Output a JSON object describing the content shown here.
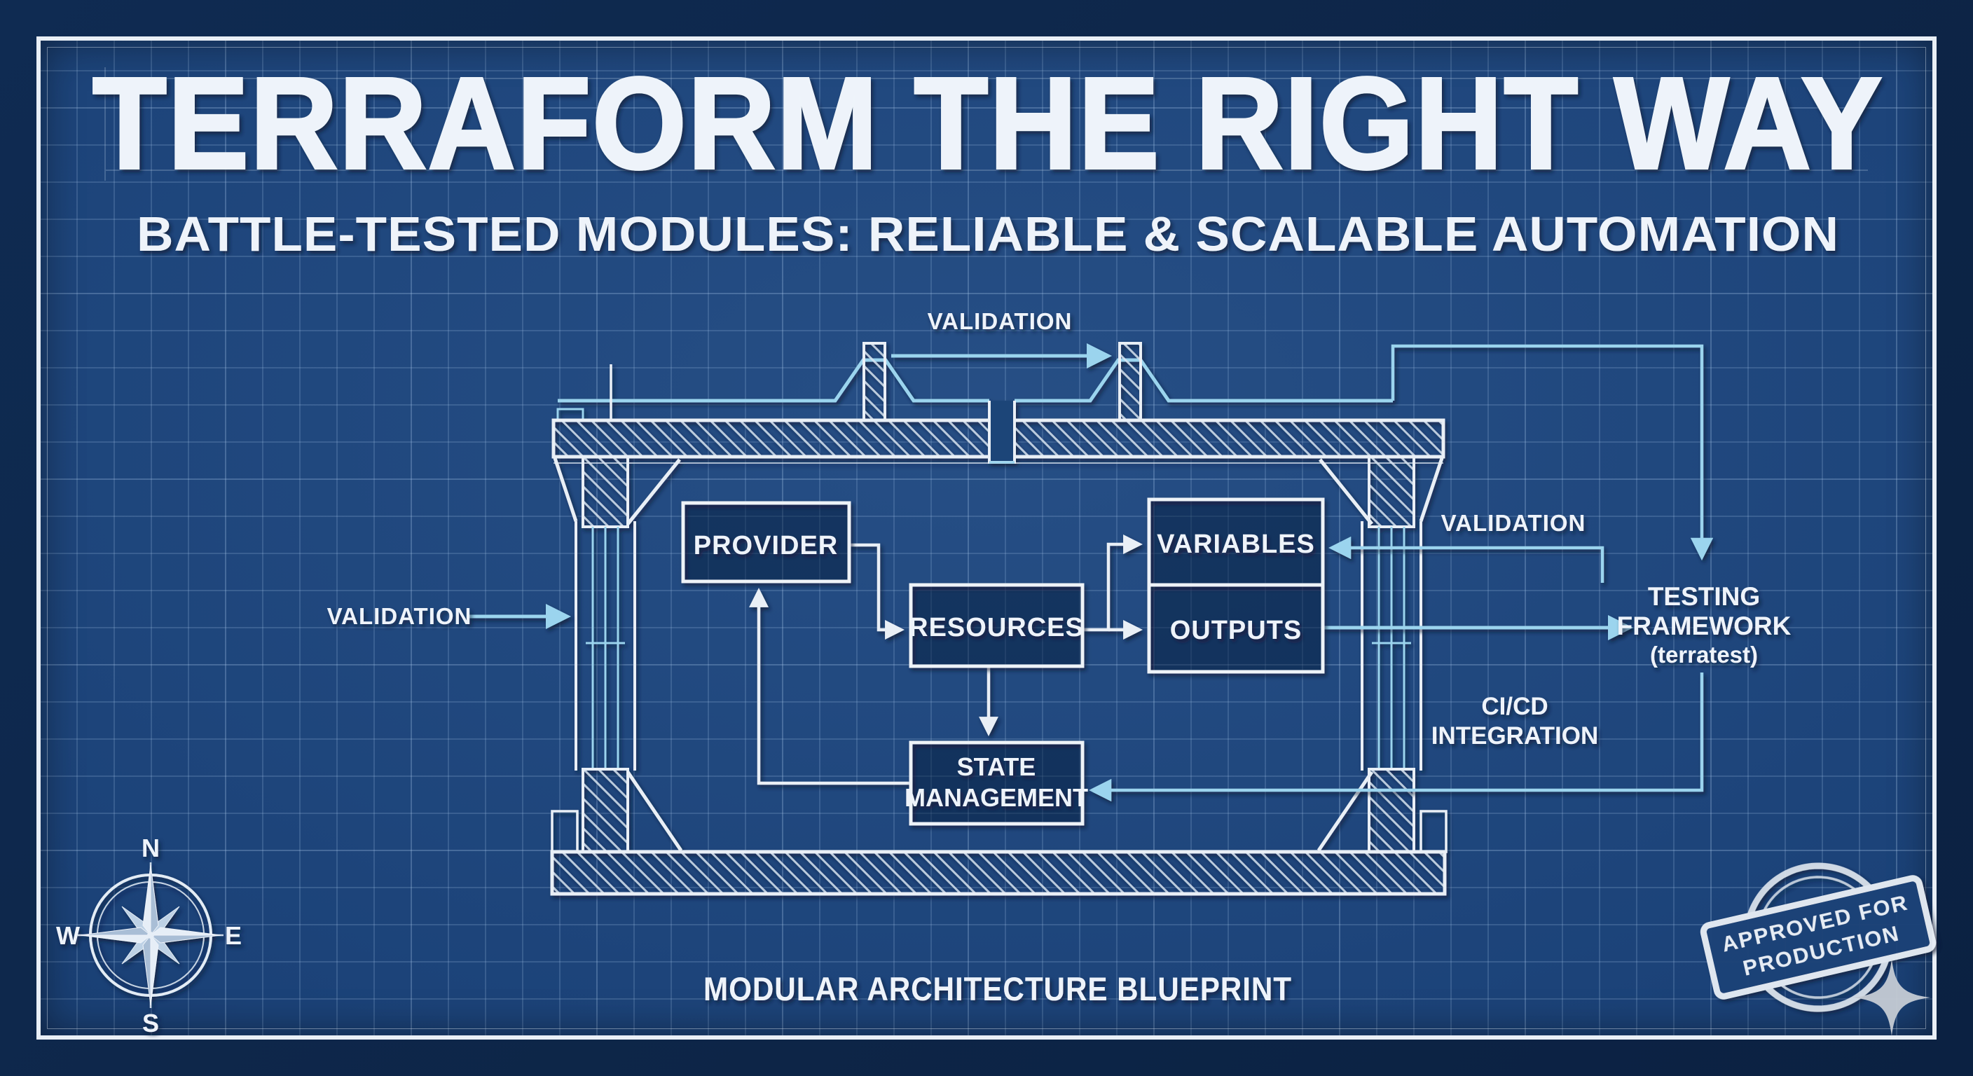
{
  "poster": {
    "title": "TERRAFORM THE RIGHT WAY",
    "subtitle": "BATTLE-TESTED MODULES: RELIABLE & SCALABLE AUTOMATION",
    "footer": "MODULAR ARCHITECTURE BLUEPRINT"
  },
  "colors": {
    "margin_bg": "#0d2547",
    "panel_bg": "#1b4278",
    "ink_white": "#e9eff6",
    "accent_cyan": "#9bd4ee"
  },
  "diagram": {
    "boxes": {
      "provider": "PROVIDER",
      "resources": "RESOURCES",
      "variables": "VARIABLES",
      "outputs": "OUTPUTS",
      "state_management": [
        "STATE",
        "MANAGEMENT"
      ]
    },
    "labels": {
      "validation_top": "VALIDATION",
      "validation_left": "VALIDATION",
      "validation_right": "VALIDATION",
      "testing_framework": [
        "TESTING",
        "FRAMEWORK",
        "(terratest)"
      ],
      "cicd": [
        "CI/CD",
        "INTEGRATION"
      ]
    }
  },
  "compass": {
    "north": "N",
    "east": "E",
    "south": "S",
    "west": "W"
  },
  "stamp": [
    "APPROVED FOR",
    "PRODUCTION"
  ]
}
